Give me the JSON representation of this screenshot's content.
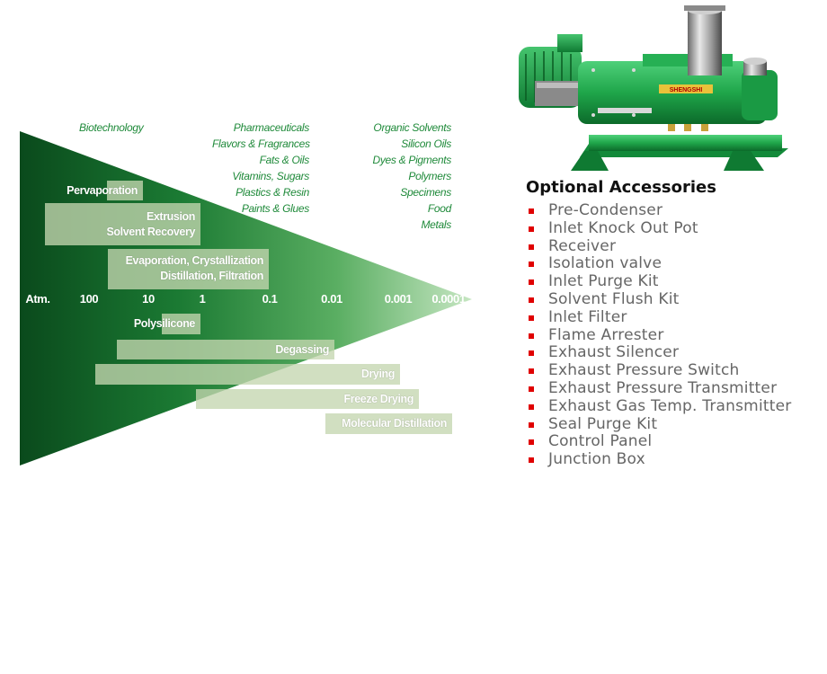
{
  "industries": {
    "col1": [
      "Biotechnology"
    ],
    "col2": [
      "Pharmaceuticals",
      "Flavors & Fragrances",
      "Fats & Oils",
      "Vitamins, Sugars",
      "Plastics & Resin",
      "Paints & Glues"
    ],
    "col3": [
      "Organic Solvents",
      "Silicon Oils",
      "Dyes & Pigments",
      "Polymers",
      "Specimens",
      "Food",
      "Metals"
    ]
  },
  "pressure_axis": {
    "label": "Atm.",
    "ticks": [
      "100",
      "10",
      "1",
      "0.1",
      "0.01",
      "0.001",
      "0.0001"
    ]
  },
  "processes": {
    "pervaporation": [
      "Pervaporation"
    ],
    "extrusion": [
      "Extrusion",
      "Solvent Recovery"
    ],
    "evaporation": [
      "Evaporation, Crystallization",
      "Distillation, Filtration"
    ],
    "polysilicone": [
      "Polysilicone"
    ],
    "degassing": [
      "Degassing"
    ],
    "drying": [
      "Drying"
    ],
    "freeze_drying": [
      "Freeze Drying"
    ],
    "molecular_distillation": [
      "Molecular Distillation"
    ]
  },
  "colors": {
    "triangle_dark": "#0b4a1e",
    "triangle_light": "#b9ddb5",
    "industry_text": "#1f8a3a",
    "bullet": "#e00000",
    "pump_green": "#1fa64a"
  },
  "accessories": {
    "title": "Optional Accessories",
    "items": [
      "Pre-Condenser",
      "Inlet Knock Out Pot",
      "Receiver",
      "Isolation valve",
      "Inlet Purge Kit",
      "Solvent Flush Kit",
      "Inlet Filter",
      "Flame Arrester",
      "Exhaust Silencer",
      "Exhaust Pressure Switch",
      "Exhaust Pressure Transmitter",
      "Exhaust Gas Temp. Transmitter",
      "Seal Purge Kit",
      "Control Panel",
      "Junction Box"
    ]
  },
  "pump_image": {
    "name_plate": "SHENGSHI"
  }
}
